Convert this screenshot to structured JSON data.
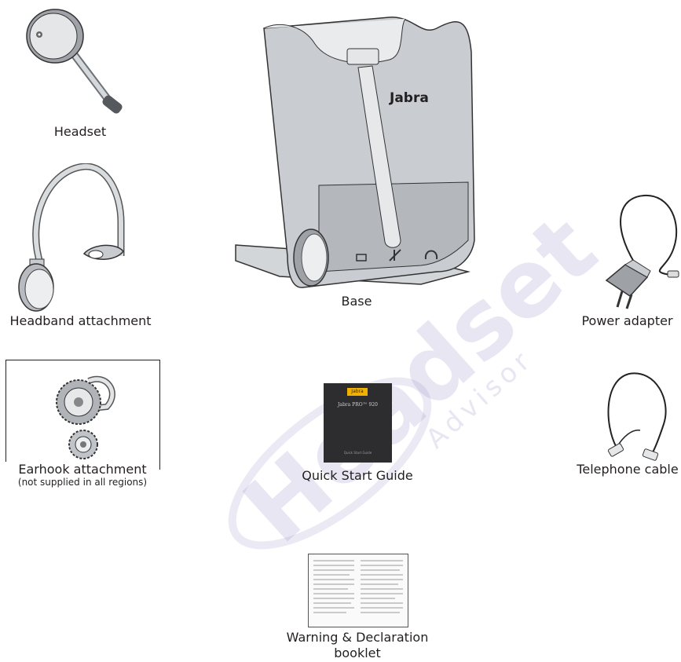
{
  "labels": {
    "headset": "Headset",
    "headband": "Headband attachment",
    "earhook": "Earhook attachment",
    "earhook_note": "(not supplied in all regions)",
    "base": "Base",
    "power_adapter": "Power adapter",
    "quick_start": "Quick Start Guide",
    "telephone_cable": "Telephone cable",
    "warning_line1": "Warning & Declaration",
    "warning_line2": "booklet"
  },
  "base_brand": "Jabra",
  "guide": {
    "brand": "Jabra",
    "product": "Jabra PRO™ 920",
    "subtitle": "Quick Start Guide"
  },
  "watermark": {
    "main": "Headset",
    "sub": "Advisor"
  },
  "colors": {
    "text": "#231f20",
    "metal": "#c8cbcf",
    "metal_dark": "#8e9297",
    "guide_bg": "#2d2d2f",
    "guide_accent": "#f2b100",
    "watermark": "#9b8fc7"
  }
}
